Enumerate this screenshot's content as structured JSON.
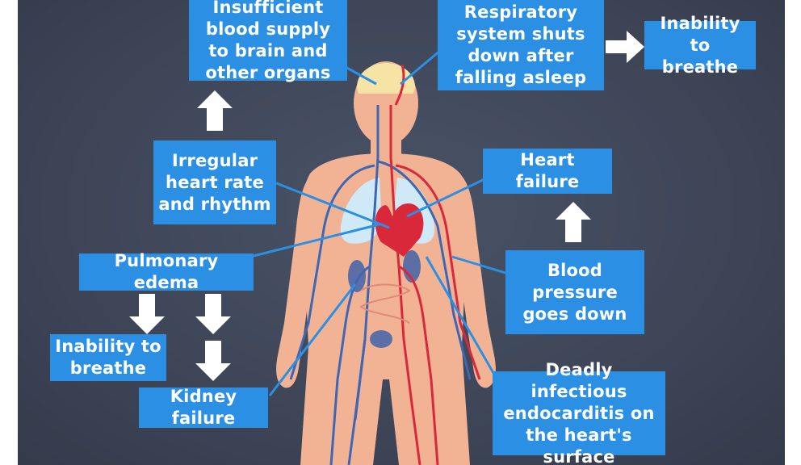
{
  "labels": {
    "blood_supply": "Insufficient blood supply to brain and other organs",
    "respiratory": "Respiratory system shuts down after falling asleep",
    "inability_top": "Inability to breathe",
    "irregular": "Irregular heart rate and rhythm",
    "heart_failure": "Heart failure",
    "pulmonary": "Pulmonary edema",
    "blood_pressure": "Blood pressure goes down",
    "inability_left": "Inability to breathe",
    "kidney": "Kidney failure",
    "endocarditis": "Deadly infectious endocarditis on the heart's surface"
  },
  "colors": {
    "background": "#3d4557",
    "box": "#2b8fe3",
    "skin": "#f2b394",
    "artery": "#d8283a",
    "vein": "#3f66b3",
    "lungs": "#cfe9f7",
    "brain": "#f7e3a6",
    "arrow": "#ffffff"
  }
}
